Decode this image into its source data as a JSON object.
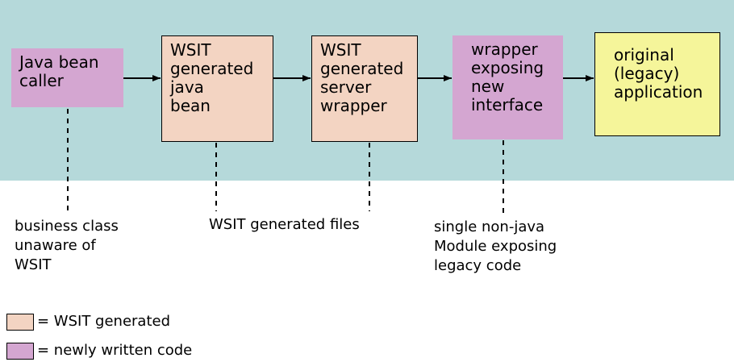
{
  "colors": {
    "band": "#b5d9da",
    "wsit_generated": "#f3d4c2",
    "newly_written": "#d4a6d1",
    "original": "#f5f59a"
  },
  "boxes": {
    "java_bean_caller": "Java bean\ncaller",
    "wsit_java_bean": "WSIT\ngenerated\njava\nbean",
    "wsit_server_wrapper": "WSIT\ngenerated\nserver\nwrapper",
    "wrapper_new_interface": "wrapper\nexposing\nnew\ninterface",
    "original_application": "original\n(legacy)\napplication"
  },
  "notes": {
    "business_class": "business class\nunaware of\nWSIT",
    "wsit_files": "WSIT generated files",
    "non_java_module": "single non-java\nModule exposing\nlegacy code"
  },
  "legend": {
    "wsit_generated": "= WSIT generated",
    "newly_written": "= newly written code"
  }
}
